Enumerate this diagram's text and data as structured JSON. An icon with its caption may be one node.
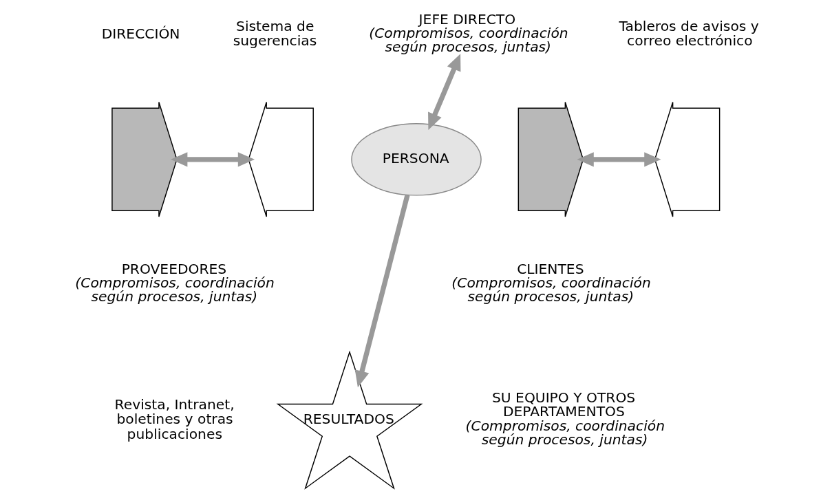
{
  "diagram": {
    "nodes": [
      {
        "text": [
          "JEFE DIRECTO",
          "(Compromisos, coordinación según procesos, juntas)"
        ]
      },
      {
        "text": [],
        "shape": "arrow"
      },
      {
        "text": [],
        "shape": "arrow"
      },
      {
        "text": [],
        "shape": "arrow"
      },
      {
        "text": [],
        "shape": "arrow"
      },
      {
        "text": [
          "PROVEEDORES",
          "(Compromisos, coordinación según procesos, juntas)"
        ]
      },
      {
        "text": [
          "PERSONA"
        ]
      },
      {
        "text": [
          "CLIENTES",
          "(Compromisos, coordinación según procesos, juntas)"
        ]
      },
      {
        "text": [
          "RESULTADOS"
        ]
      },
      {
        "text": [
          "SU EQUIPO Y OTROS DEPARTAMENTOS",
          "(Compromisos, coordinación según procesos, juntas)"
        ]
      }
    ],
    "edges": [
      {
        "from": 0,
        "to": 6,
        "arrow": "both"
      },
      {
        "from": 1,
        "to": 2,
        "arrow": "both"
      },
      {
        "from": 3,
        "to": 4,
        "arrow": "both"
      },
      {
        "from": 6,
        "to": 8,
        "arrow": "to"
      }
    ],
    "labels": [
      "DIRECCIÓN",
      "Sistema de sugerencias",
      "Tableros de avisos y correo electrónico",
      "Revista, Intranet, boletines y otras publicaciones"
    ]
  }
}
